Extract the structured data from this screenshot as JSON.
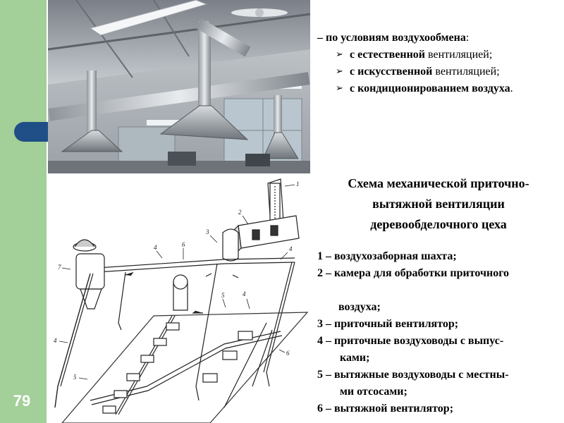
{
  "slide": {
    "page_number": "79"
  },
  "top_list": {
    "lead_bold": "– по условиям воздухообмена",
    "lead_suffix": ":",
    "bullets": [
      {
        "bold": "с естественной",
        "normal": " вентиляцией;"
      },
      {
        "bold": "с искусственной",
        "normal": " вентиляцией;"
      },
      {
        "bold": "с кондиционированием воздуха",
        "normal": "."
      }
    ]
  },
  "scheme": {
    "title_lines": [
      "Схема механической приточно-",
      "вытяжной вентиляции",
      "деревообделочного цеха"
    ],
    "labels": [
      "1",
      "2",
      "3",
      "4",
      "4",
      "4",
      "4",
      "5",
      "5",
      "6",
      "6",
      "7"
    ]
  },
  "legend": {
    "items": [
      {
        "text": "1 – воздухозаборная шахта;"
      },
      {
        "text": "2 – камера для обработки приточного"
      },
      {
        "text": "воздуха;",
        "indent": true
      },
      {
        "text": "3 – приточный вентилятор;"
      },
      {
        "text": "4 – приточные  воздуховоды с выпус-"
      },
      {
        "text": "ками;",
        "indent2": true
      },
      {
        "text": "5 – вытяжные воздуховоды с местны-"
      },
      {
        "text": "ми отсосами;",
        "indent2": true
      },
      {
        "text": "6 – вытяжной вентилятор;"
      }
    ]
  }
}
